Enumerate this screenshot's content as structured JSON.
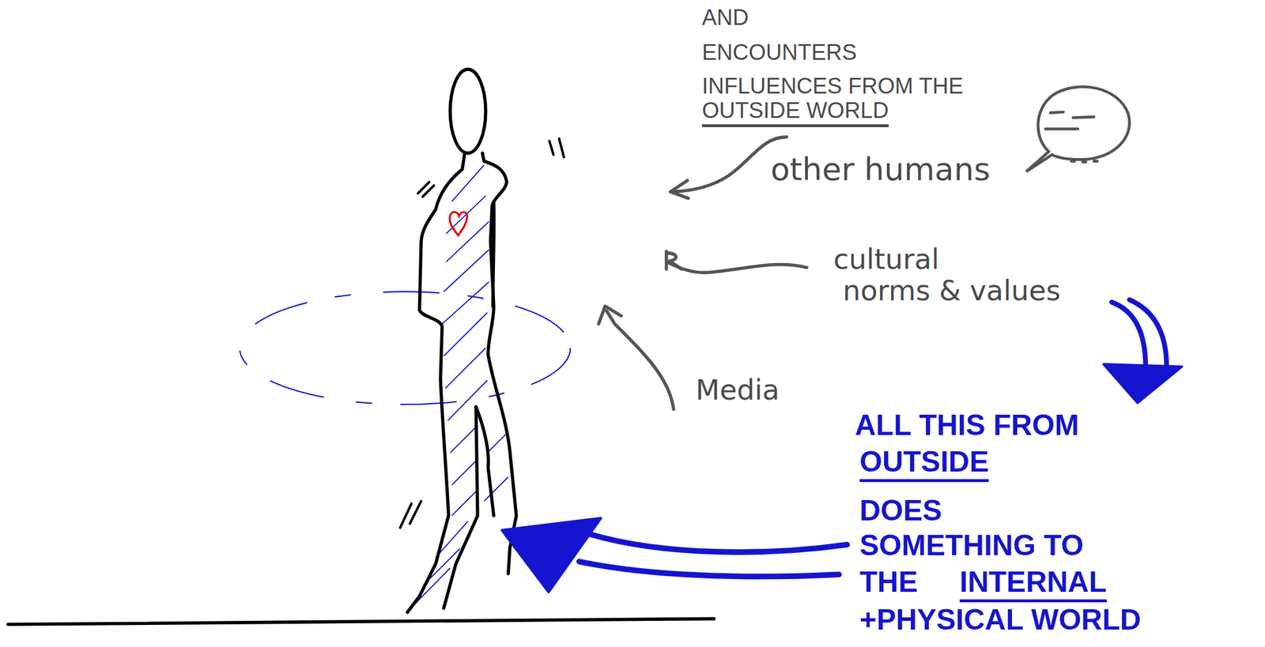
{
  "diagram": {
    "labels": [
      "AND",
      "ENCOUNTERS",
      "INFLUENCES FROM THE",
      "OUTSIDE WORLD",
      "other humans",
      "cultural",
      "norms & values",
      "Media",
      "ALL THIS FROM",
      "OUTSIDE",
      "DOES",
      "SOMETHING TO",
      "THE",
      "INTERNAL",
      "+PHYSICAL WORLD"
    ]
  }
}
